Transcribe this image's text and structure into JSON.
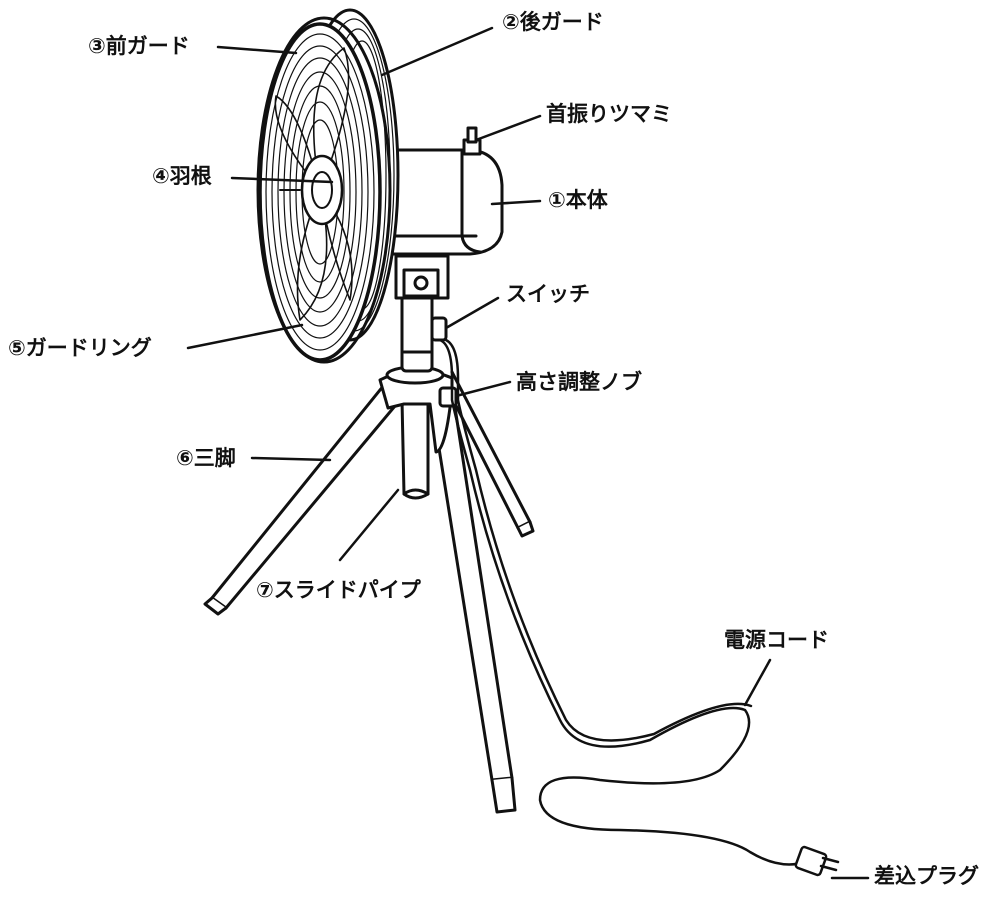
{
  "labels": {
    "rear_guard": "②後ガード",
    "front_guard": "③前ガード",
    "oscillation_knob": "首振りツマミ",
    "blade": "④羽根",
    "body": "①本体",
    "switch": "スイッチ",
    "guard_ring": "⑤ガードリング",
    "height_knob": "高さ調整ノブ",
    "tripod": "⑥三脚",
    "slide_pipe": "⑦スライドパイプ",
    "power_cord": "電源コード",
    "plug": "差込プラグ"
  }
}
